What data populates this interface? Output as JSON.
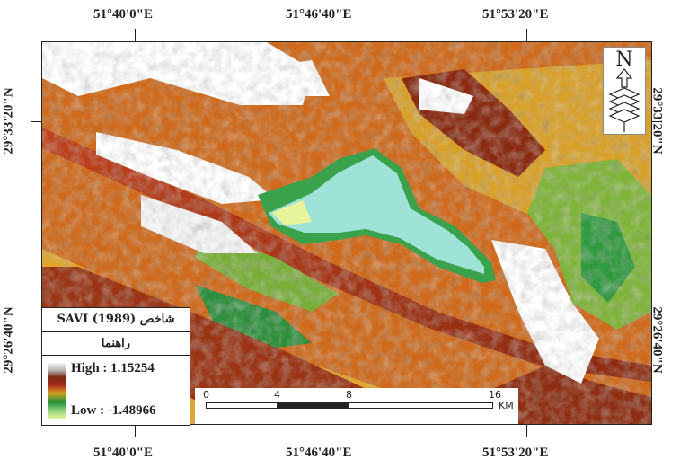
{
  "labels": {
    "top": [
      "51°40'0\"E",
      "51°46'40\"E",
      "51°53'20\"E"
    ],
    "bottom": [
      "51°40'0\"E",
      "51°46'40\"E",
      "51°53'20\"E"
    ],
    "left": [
      "29°33'20\"N",
      "29°26'40\"N"
    ],
    "right": [
      "29°33'20\"N",
      "29°26'40\"N"
    ]
  },
  "legend": {
    "title": "شاخص SAVI (1989)",
    "heading": "راهنما",
    "high": "High : 1.15254",
    "low": "Low : -1.48966"
  },
  "scalebar": {
    "ticks": [
      "0",
      "4",
      "8",
      "16"
    ],
    "unit": "KM"
  },
  "north": {
    "letter": "N"
  },
  "colors": {
    "water": "#aee8e2",
    "high": "#7a2c12",
    "mid": "#d8a020",
    "vegetation": "#1e8f3a",
    "low": "#eef8a0"
  }
}
